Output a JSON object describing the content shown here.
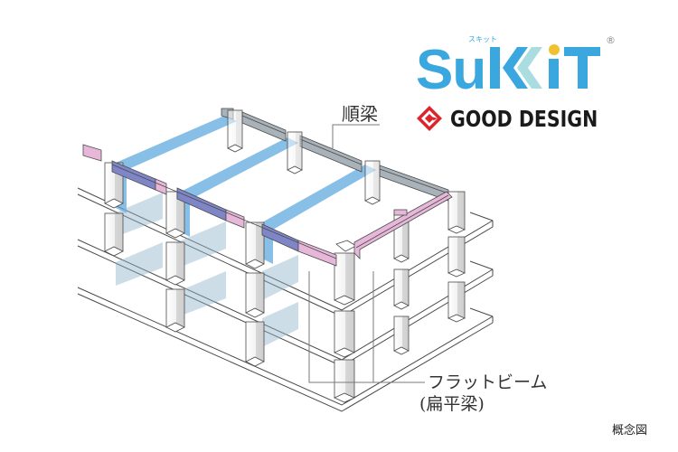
{
  "brand": {
    "logo_text": "SuKKiT",
    "logo_display": [
      "S",
      "u",
      "K",
      "i",
      "T"
    ],
    "logo_ruby": "スキット",
    "registered_mark": "®",
    "award": "GOOD DESIGN",
    "colors": {
      "logo_blue": "#3aa7df",
      "logo_light": "#a9dde0",
      "logo_dot": "#f2c12e",
      "award_red": "#d9252b",
      "award_text": "#1a1a1a"
    }
  },
  "labels": {
    "longitudinal_beam": "順梁",
    "flat_beam_line1": "フラットビーム",
    "flat_beam_line2": "(扁平梁)",
    "note": "概念図"
  },
  "diagram": {
    "description": "Isometric concept diagram of a 3-storey column/slab structure showing flat beams (pink/blue) and standard beams (grey)",
    "colors": {
      "flat_beam_pink": "#e6b7d8",
      "flat_beam_blue": "#7f86c7",
      "span_blue": "#5aa6dc",
      "standard_beam_grey": "#a8b2b8",
      "line": "#4a4a4a",
      "column_shade": "#d8d8d8"
    },
    "floors": 3
  }
}
